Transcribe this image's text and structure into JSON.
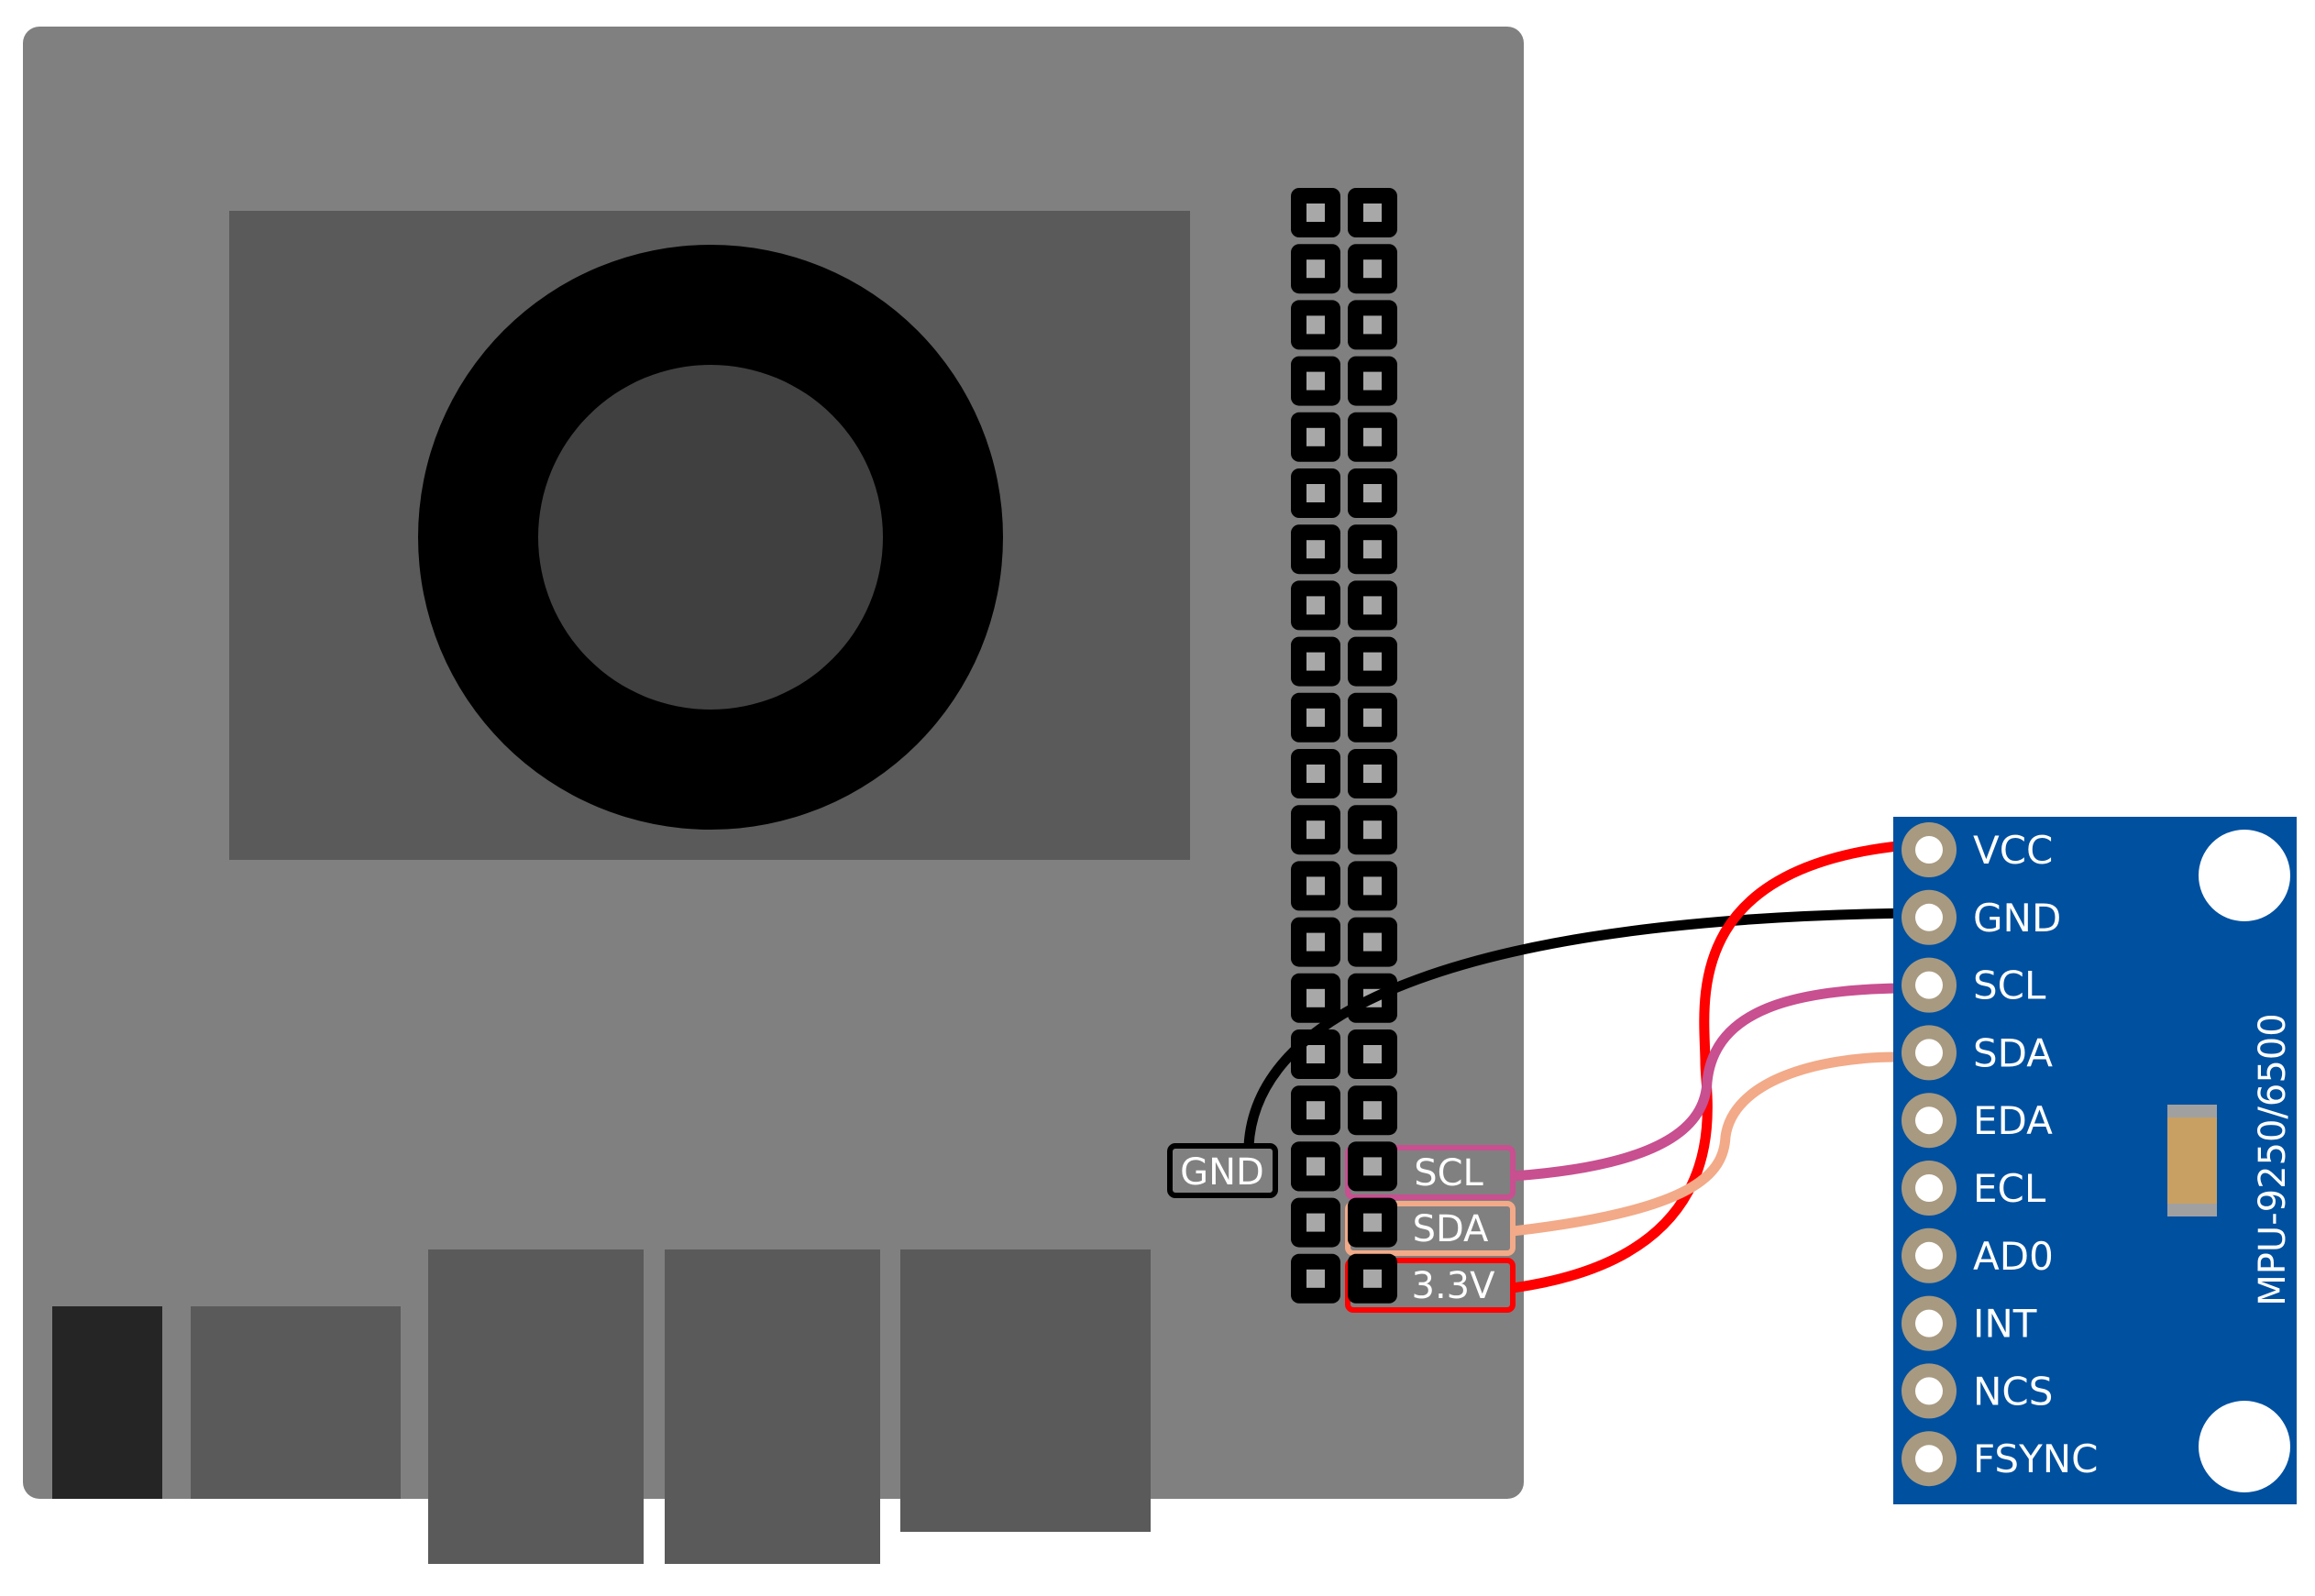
{
  "board": {
    "header_rows": 20,
    "colors": {
      "board": "#808080",
      "heatsink": "#5a5a5a",
      "fan_ring": "#000000",
      "fan_hub": "#404040",
      "port_dark": "#252525",
      "port": "#5a5a5a",
      "pin_outer": "#000000",
      "pin_inner": "#a8a8a8"
    },
    "labels": [
      {
        "id": "gnd",
        "text": "GND",
        "color": "#000000",
        "fill": "#808080"
      },
      {
        "id": "scl",
        "text": "SCL",
        "color": "#c84f90",
        "fill": "#808080"
      },
      {
        "id": "sda",
        "text": "SDA",
        "color": "#f2aa88",
        "fill": "#808080"
      },
      {
        "id": "v33",
        "text": "3.3V",
        "color": "#ff0000",
        "fill": "#808080"
      }
    ]
  },
  "module": {
    "title": "MPU-9250/6500",
    "color": "#0050a0",
    "pad_color": "#a89a80",
    "component_color": "#c8a064",
    "pins": [
      "VCC",
      "GND",
      "SCL",
      "SDA",
      "EDA",
      "ECL",
      "AD0",
      "INT",
      "NCS",
      "FSYNC"
    ]
  },
  "wires": [
    {
      "from": "3.3V",
      "to": "VCC",
      "color": "#ff0000"
    },
    {
      "from": "GND",
      "to": "GND",
      "color": "#000000"
    },
    {
      "from": "SCL",
      "to": "SCL",
      "color": "#c84f90"
    },
    {
      "from": "SDA",
      "to": "SDA",
      "color": "#f2aa88"
    }
  ]
}
